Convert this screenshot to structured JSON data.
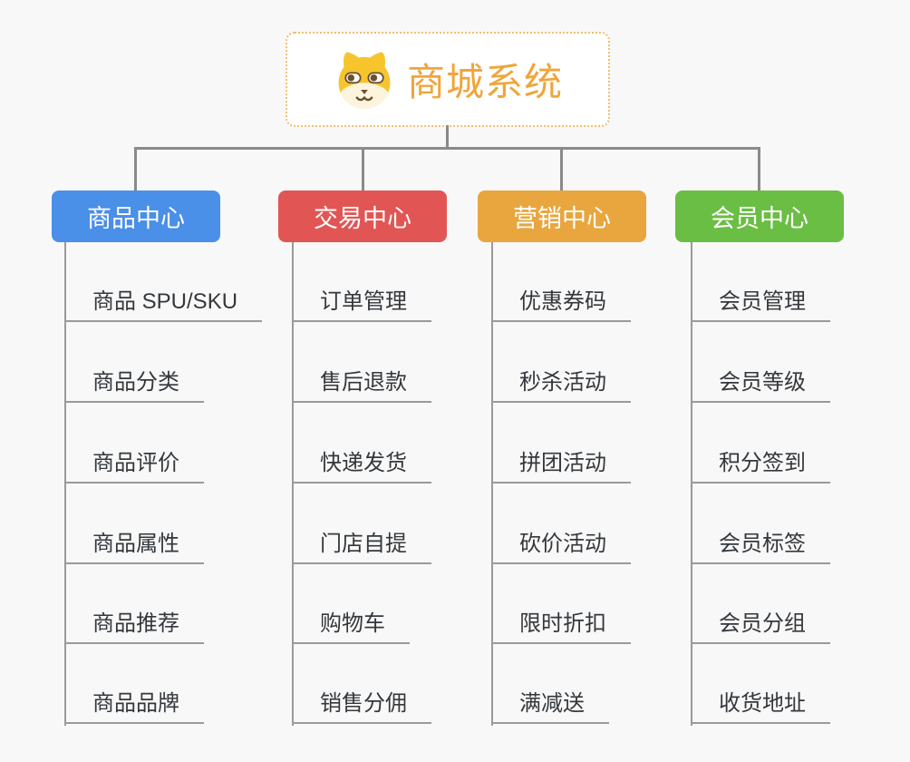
{
  "theme": {
    "bg": "#f8f8f8",
    "line": "#8a8a8a",
    "underline": "#9a9a9a",
    "text": "#34383c",
    "root_border": "#f2bd6e",
    "root_title": "#f0a53a"
  },
  "root": {
    "title": "商城系统",
    "icon": "dog-face-icon",
    "title_color": "#f0a53a",
    "border_color": "#f2bd6e"
  },
  "branches": [
    {
      "label": "商品中心",
      "color": "#4a8fe8",
      "items": [
        "商品 SPU/SKU",
        "商品分类",
        "商品评价",
        "商品属性",
        "商品推荐",
        "商品品牌"
      ]
    },
    {
      "label": "交易中心",
      "color": "#e15654",
      "items": [
        "订单管理",
        "售后退款",
        "快递发货",
        "门店自提",
        "购物车",
        "销售分佣"
      ]
    },
    {
      "label": "营销中心",
      "color": "#e9a63e",
      "items": [
        "优惠券码",
        "秒杀活动",
        "拼团活动",
        "砍价活动",
        "限时折扣",
        "满减送"
      ]
    },
    {
      "label": "会员中心",
      "color": "#6bbe44",
      "items": [
        "会员管理",
        "会员等级",
        "积分签到",
        "会员标签",
        "会员分组",
        "收货地址"
      ]
    }
  ]
}
